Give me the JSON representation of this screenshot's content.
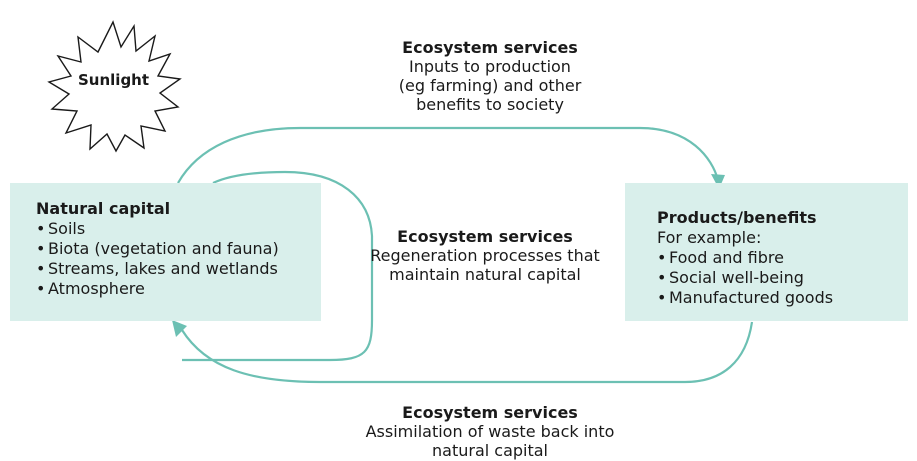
{
  "sunlight": {
    "label": "Sunlight"
  },
  "natural_capital": {
    "title": "Natural capital",
    "items": [
      "Soils",
      "Biota (vegetation and fauna)",
      "Streams, lakes and wetlands",
      "Atmosphere"
    ]
  },
  "products_benefits": {
    "title": "Products/benefits",
    "subtitle": "For example:",
    "items": [
      "Food and fibre",
      "Social well-being",
      "Manufactured goods"
    ]
  },
  "top_flow": {
    "title": "Ecosystem services",
    "lines": [
      "Inputs to production",
      "(eg farming) and other",
      "benefits to society"
    ]
  },
  "middle_flow": {
    "title": "Ecosystem services",
    "lines": [
      "Regeneration processes that",
      "maintain natural capital"
    ]
  },
  "bottom_flow": {
    "title": "Ecosystem services",
    "lines": [
      "Assimilation of waste back into",
      "natural capital"
    ]
  },
  "colors": {
    "box_fill": "#d9efeb",
    "arrow_stroke": "#6cc0b3"
  }
}
